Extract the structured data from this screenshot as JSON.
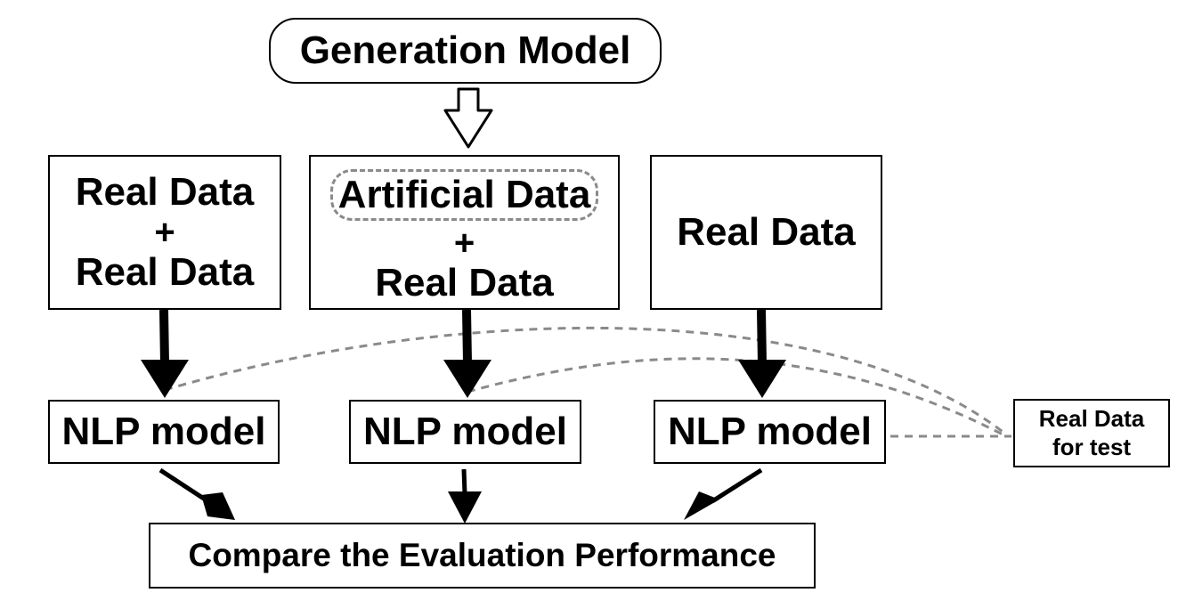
{
  "generation_model": {
    "label": "Generation Model"
  },
  "sources": [
    {
      "top": "Real Data",
      "plus": "+",
      "bottom": "Real Data"
    },
    {
      "top": "Artificial Data",
      "plus": "+",
      "bottom": "Real Data"
    },
    {
      "top": "Real Data"
    }
  ],
  "nlp_models": [
    {
      "label": "NLP model"
    },
    {
      "label": "NLP model"
    },
    {
      "label": "NLP model"
    }
  ],
  "test_data": {
    "line1": "Real Data",
    "line2": "for test"
  },
  "compare": {
    "label": "Compare the Evaluation Performance"
  },
  "colors": {
    "stroke": "#000000",
    "dashed": "#8a8a8a"
  }
}
